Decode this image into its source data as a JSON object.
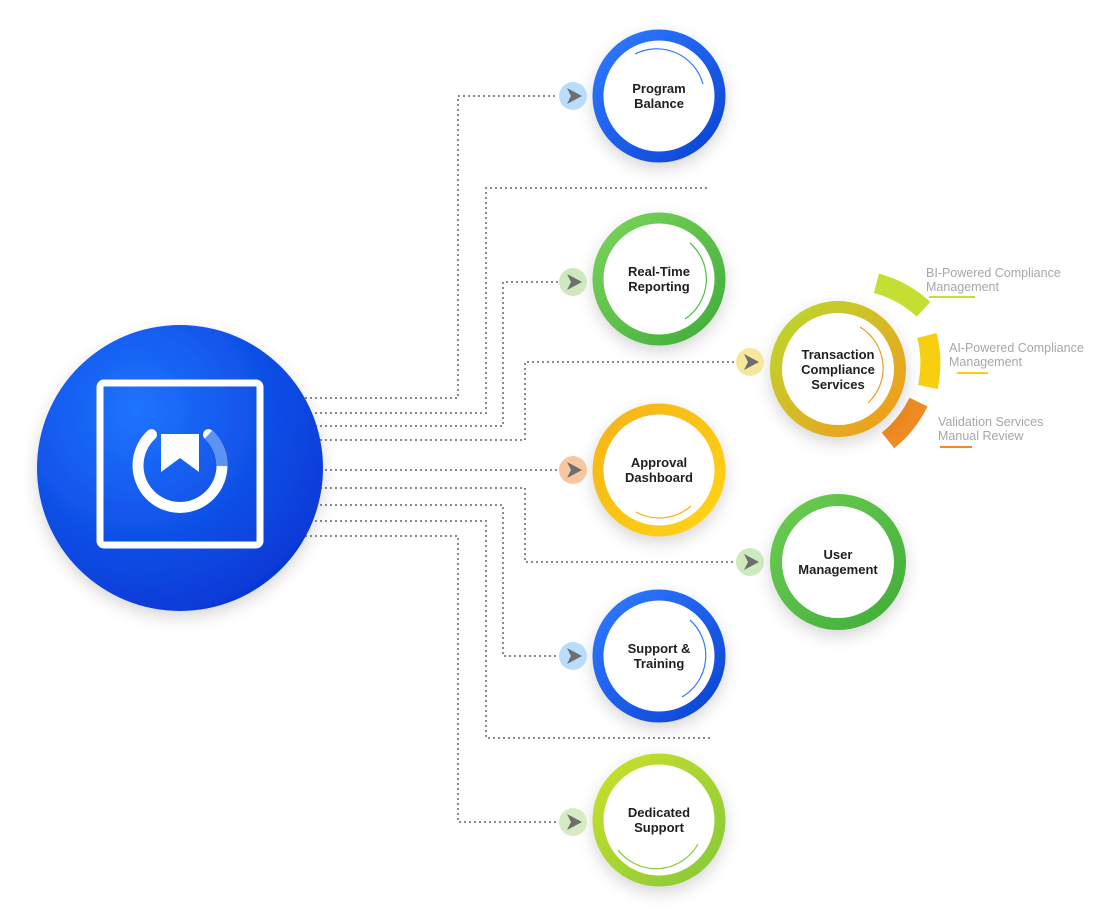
{
  "hub": {
    "icon": "brand-logo-icon",
    "color": "#0a55e6"
  },
  "nodes": [
    {
      "id": "program-balance",
      "label": "Program\nBalance",
      "ring": [
        "#2f7bff",
        "#0b43d4"
      ],
      "arrow_dot": "#b9dcfb"
    },
    {
      "id": "real-time-reporting",
      "label": "Real-Time\nReporting",
      "ring": [
        "#7ad35a",
        "#3fae3a"
      ],
      "arrow_dot": "#cde9bd"
    },
    {
      "id": "transaction-compliance-services",
      "label": "Transaction\nCompliance\nServices",
      "ring": [
        "#b9d92f",
        "#f39a1c"
      ],
      "arrow_dot": "#f6e79a"
    },
    {
      "id": "approval-dashboard",
      "label": "Approval\nDashboard",
      "ring": [
        "#f5b41a",
        "#ffd417"
      ],
      "arrow_dot": "#f7c7a0"
    },
    {
      "id": "user-management",
      "label": "User\nManagement",
      "ring": [
        "#6dcc52",
        "#3fae3a"
      ],
      "arrow_dot": "#cde9bd"
    },
    {
      "id": "support-training",
      "label": "Support &\nTraining",
      "ring": [
        "#2f7bff",
        "#0b43d4"
      ],
      "arrow_dot": "#b9dcfb"
    },
    {
      "id": "dedicated-support",
      "label": "Dedicated\nSupport",
      "ring": [
        "#c9e02a",
        "#86c93a"
      ],
      "arrow_dot": "#d6ebc2"
    }
  ],
  "compliance_arcs": [
    {
      "label": "BI-Powered Compliance\nManagement",
      "color": "#c4de31"
    },
    {
      "label": "AI-Powered Compliance\nManagement",
      "color": "#f7cf10"
    },
    {
      "label": "Validation Services\nManual Review",
      "color": "#ee8b22"
    }
  ],
  "connector_color": "#8a8a8a"
}
